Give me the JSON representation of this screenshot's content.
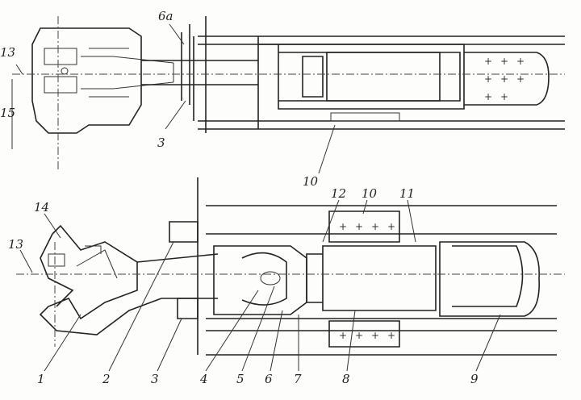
{
  "top_view": {
    "labels": {
      "l6a": "6а",
      "l13": "13",
      "l15": "15",
      "l3": "3",
      "l10": "10"
    }
  },
  "bottom_view": {
    "labels": {
      "l14": "14",
      "l13": "13",
      "l12": "12",
      "l10": "10",
      "l11": "11",
      "l1": "1",
      "l2": "2",
      "l3": "3",
      "l4": "4",
      "l5": "5",
      "l6": "6",
      "l7": "7",
      "l8": "8",
      "l9": "9"
    }
  },
  "plus_mark": "+"
}
